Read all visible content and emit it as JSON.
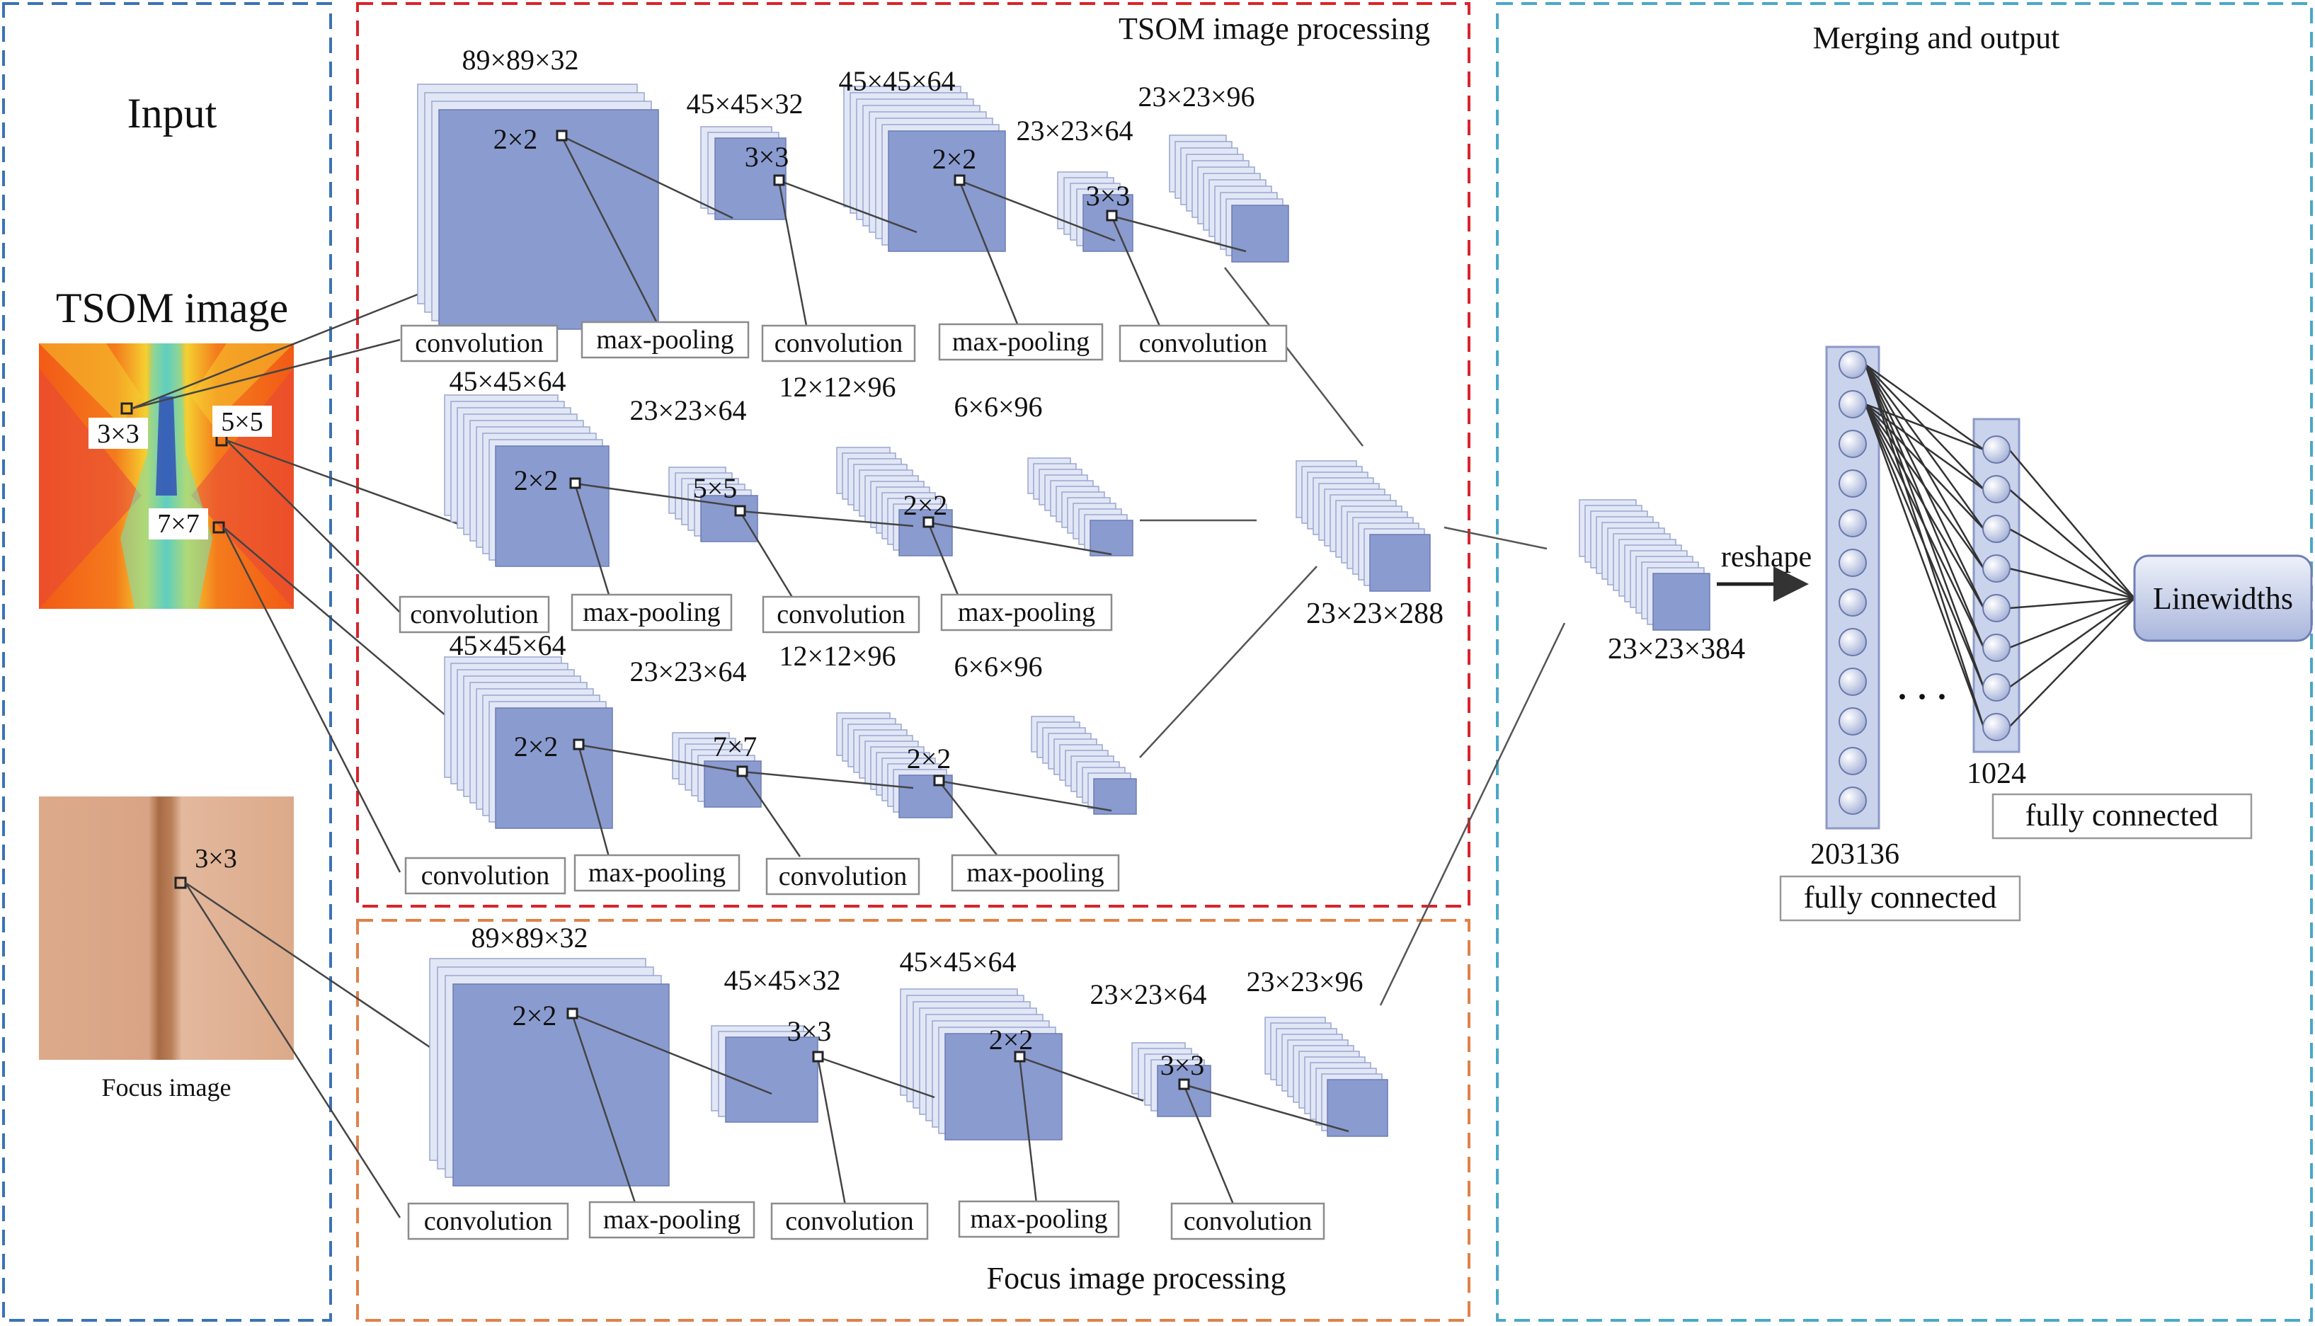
{
  "panels": {
    "input": "Input",
    "tsom_processing": "TSOM image processing",
    "focus_processing": "Focus image processing",
    "merging": "Merging and output"
  },
  "input": {
    "tsom_title": "TSOM image",
    "focus_caption": "Focus image",
    "tsom_kernels": [
      "3×3",
      "5×5",
      "7×7"
    ],
    "focus_kernel": "3×3"
  },
  "layer_labels": {
    "convolution": "convolution",
    "max_pooling": "max-pooling"
  },
  "branches": {
    "b1": {
      "dims": [
        "89×89×32",
        "45×45×32",
        "45×45×64",
        "23×23×64",
        "23×23×96"
      ],
      "kernels": [
        "2×2",
        "3×3",
        "2×2",
        "3×3"
      ]
    },
    "b2": {
      "dims": [
        "45×45×64",
        "23×23×64",
        "12×12×96",
        "6×6×96"
      ],
      "kernels": [
        "2×2",
        "5×5",
        "2×2"
      ]
    },
    "b3": {
      "dims": [
        "45×45×64",
        "23×23×64",
        "12×12×96",
        "6×6×96"
      ],
      "kernels": [
        "2×2",
        "7×7",
        "2×2"
      ]
    },
    "focus": {
      "dims": [
        "89×89×32",
        "45×45×32",
        "45×45×64",
        "23×23×64",
        "23×23×96"
      ],
      "kernels": [
        "2×2",
        "3×3",
        "2×2",
        "3×3"
      ]
    }
  },
  "merge": {
    "concat1": "23×23×288",
    "concat2": "23×23×384",
    "reshape": "reshape",
    "fc1_size": "203136",
    "fc1_label": "fully connected",
    "fc2_size": "1024",
    "fc2_label": "fully connected",
    "ellipsis": "· · ·",
    "output": "Linewidths"
  },
  "colors": {
    "tsom_border": "#d9242b",
    "focus_border": "#e0814a",
    "input_border": "#3b73b5",
    "merge_border": "#4aa8c8",
    "block_front": "#8a9bd0",
    "block_back": "#e2e7f6",
    "node_fill": "#c9d3ec"
  }
}
